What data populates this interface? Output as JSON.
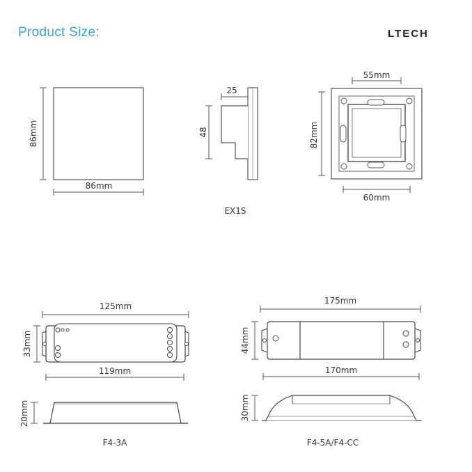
{
  "header": {
    "title": "Product Size:",
    "brand": "LTECH"
  },
  "ex1s": {
    "label": "EX1S",
    "front_height": "86mm",
    "front_width": "86mm",
    "side_depth": "25",
    "side_height": "48",
    "back_inner_width": "55mm",
    "back_height": "82mm",
    "back_width": "60mm"
  },
  "f43a": {
    "label": "F4-3A",
    "overall_length": "125mm",
    "height": "33mm",
    "mount_length": "119mm",
    "thickness": "20mm"
  },
  "f45a": {
    "label": "F4-5A/F4-CC",
    "overall_length": "175mm",
    "height": "44mm",
    "mount_length": "170mm",
    "thickness": "30mm"
  }
}
